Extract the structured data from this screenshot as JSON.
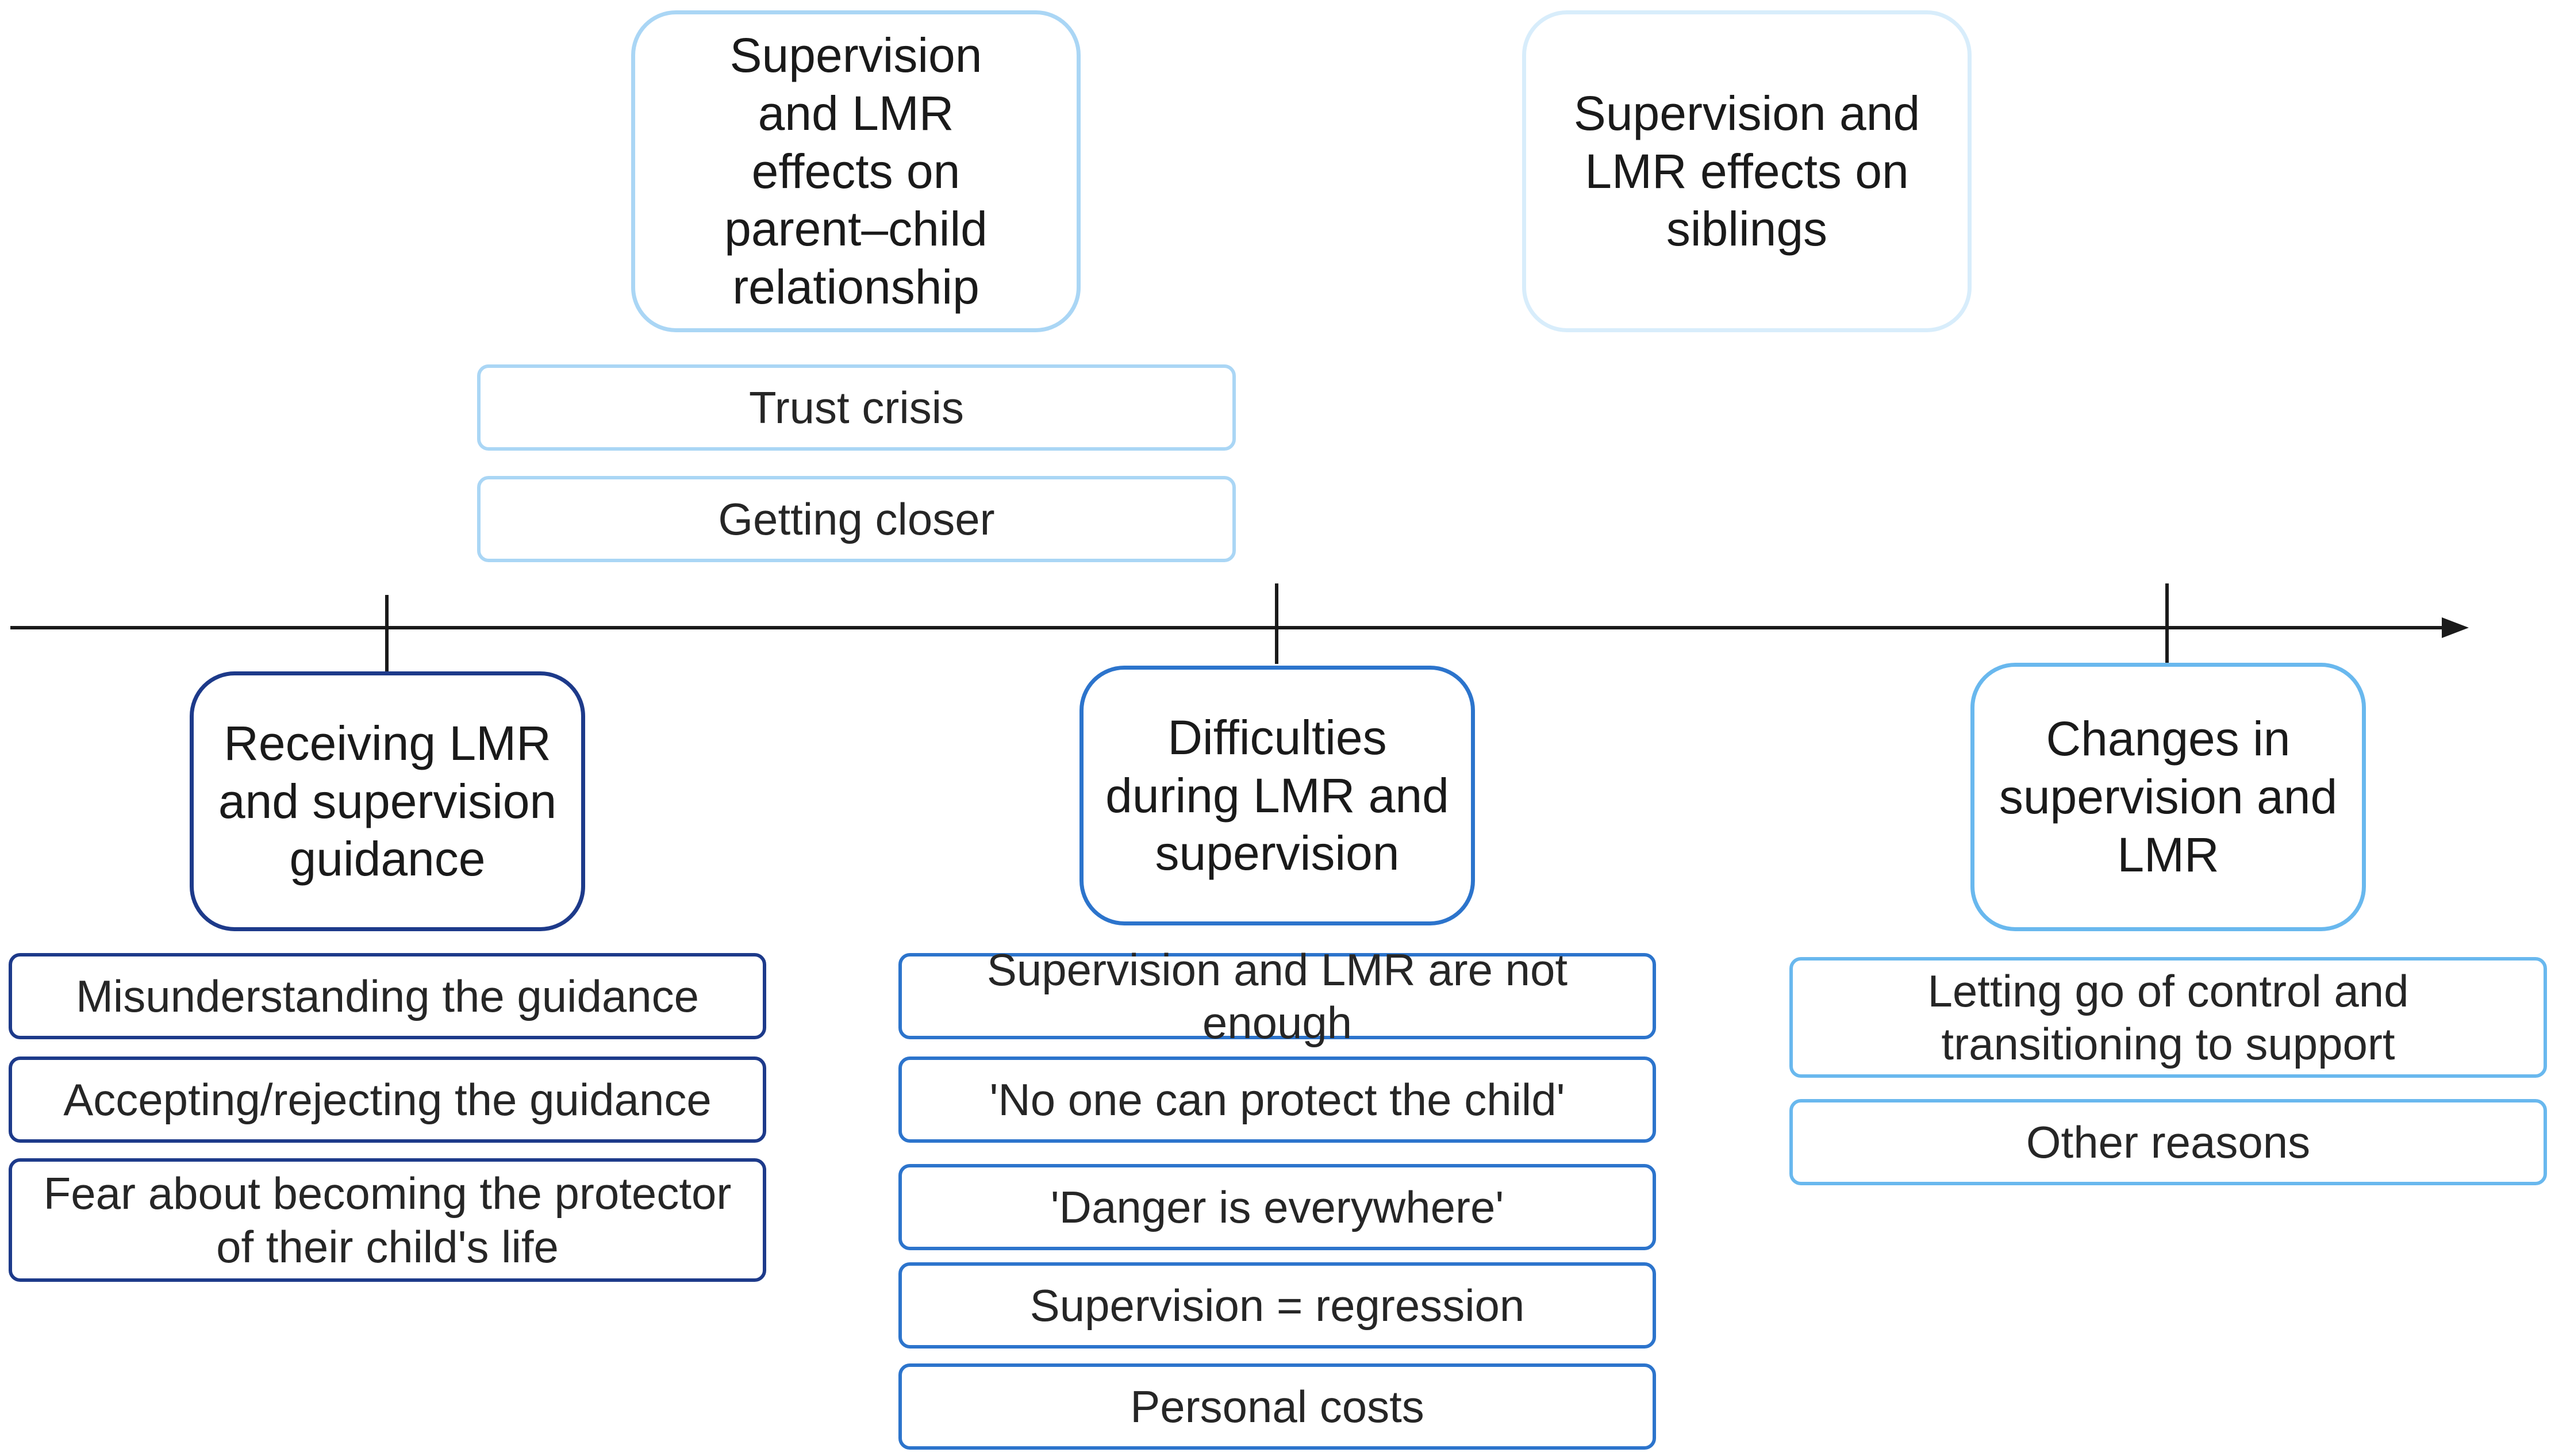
{
  "colors": {
    "axis": "#1a1a1a",
    "phase1": "#1d3a8a",
    "phase2": "#2c74cc",
    "phase3": "#69b8ee",
    "upper1": "#aad6f5",
    "upper2": "#d8edfb"
  },
  "upper_themes": [
    {
      "label": "Supervision and LMR effects on parent–child relationship",
      "subthemes": [
        "Trust crisis",
        "Getting closer"
      ]
    },
    {
      "label": "Supervision and LMR effects on siblings",
      "subthemes": []
    }
  ],
  "phases": [
    {
      "label": "Receiving LMR and supervision guidance",
      "subthemes": [
        "Misunderstanding the guidance",
        "Accepting/rejecting the guidance",
        "Fear about becoming the protector of their child's life"
      ]
    },
    {
      "label": "Difficulties during LMR and supervision",
      "subthemes": [
        "Supervision and LMR are not enough",
        "'No one can protect the child'",
        "'Danger is everywhere'",
        "Supervision = regression",
        "Personal costs"
      ]
    },
    {
      "label": "Changes in supervision and LMR",
      "subthemes": [
        "Letting go of control and transitioning to support",
        "Other reasons"
      ]
    }
  ]
}
